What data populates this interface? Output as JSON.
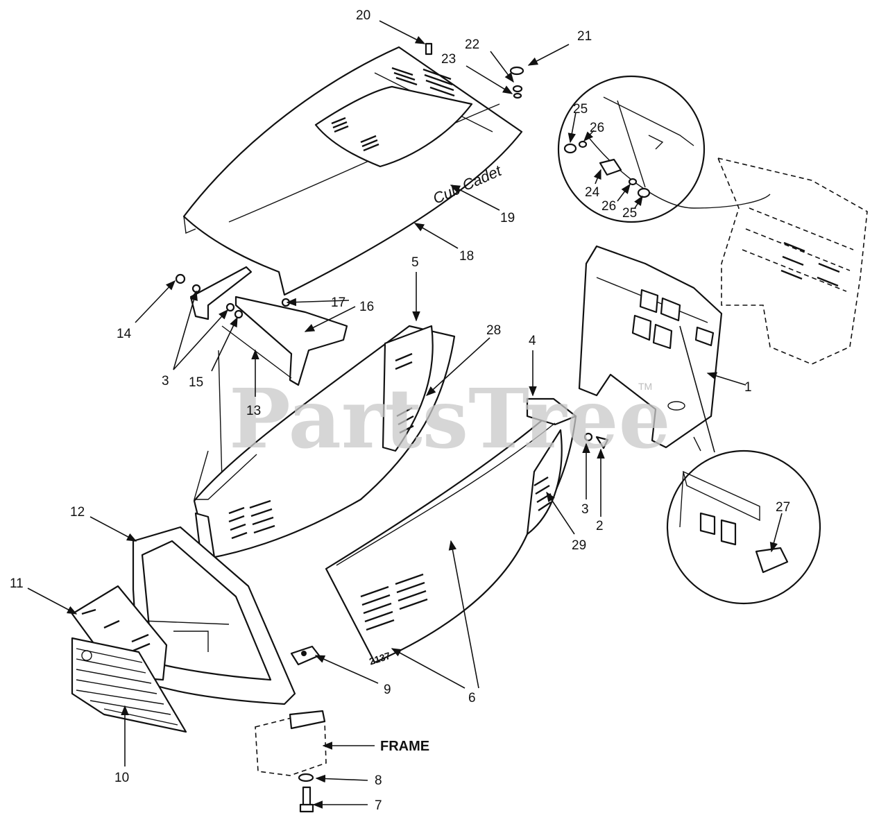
{
  "watermark": {
    "text": "PartsTree",
    "tm": "TM"
  },
  "brand_script": "Cub Cadet",
  "model_badge": "2137",
  "frame_label": "FRAME",
  "callouts": {
    "c1": "1",
    "c2": "2",
    "c3a": "3",
    "c3b": "3",
    "c4": "4",
    "c5": "5",
    "c6": "6",
    "c7": "7",
    "c8": "8",
    "c9": "9",
    "c10": "10",
    "c11": "11",
    "c12": "12",
    "c13": "13",
    "c14": "14",
    "c15": "15",
    "c16": "16",
    "c17": "17",
    "c18": "18",
    "c19": "19",
    "c20": "20",
    "c21": "21",
    "c22": "22",
    "c23": "23",
    "c24": "24",
    "c25a": "25",
    "c25b": "25",
    "c26a": "26",
    "c26b": "26",
    "c27": "27",
    "c28": "28",
    "c29": "29"
  },
  "colors": {
    "ink": "#111111",
    "paper": "#ffffff",
    "watermark": "#c9c9c9"
  }
}
